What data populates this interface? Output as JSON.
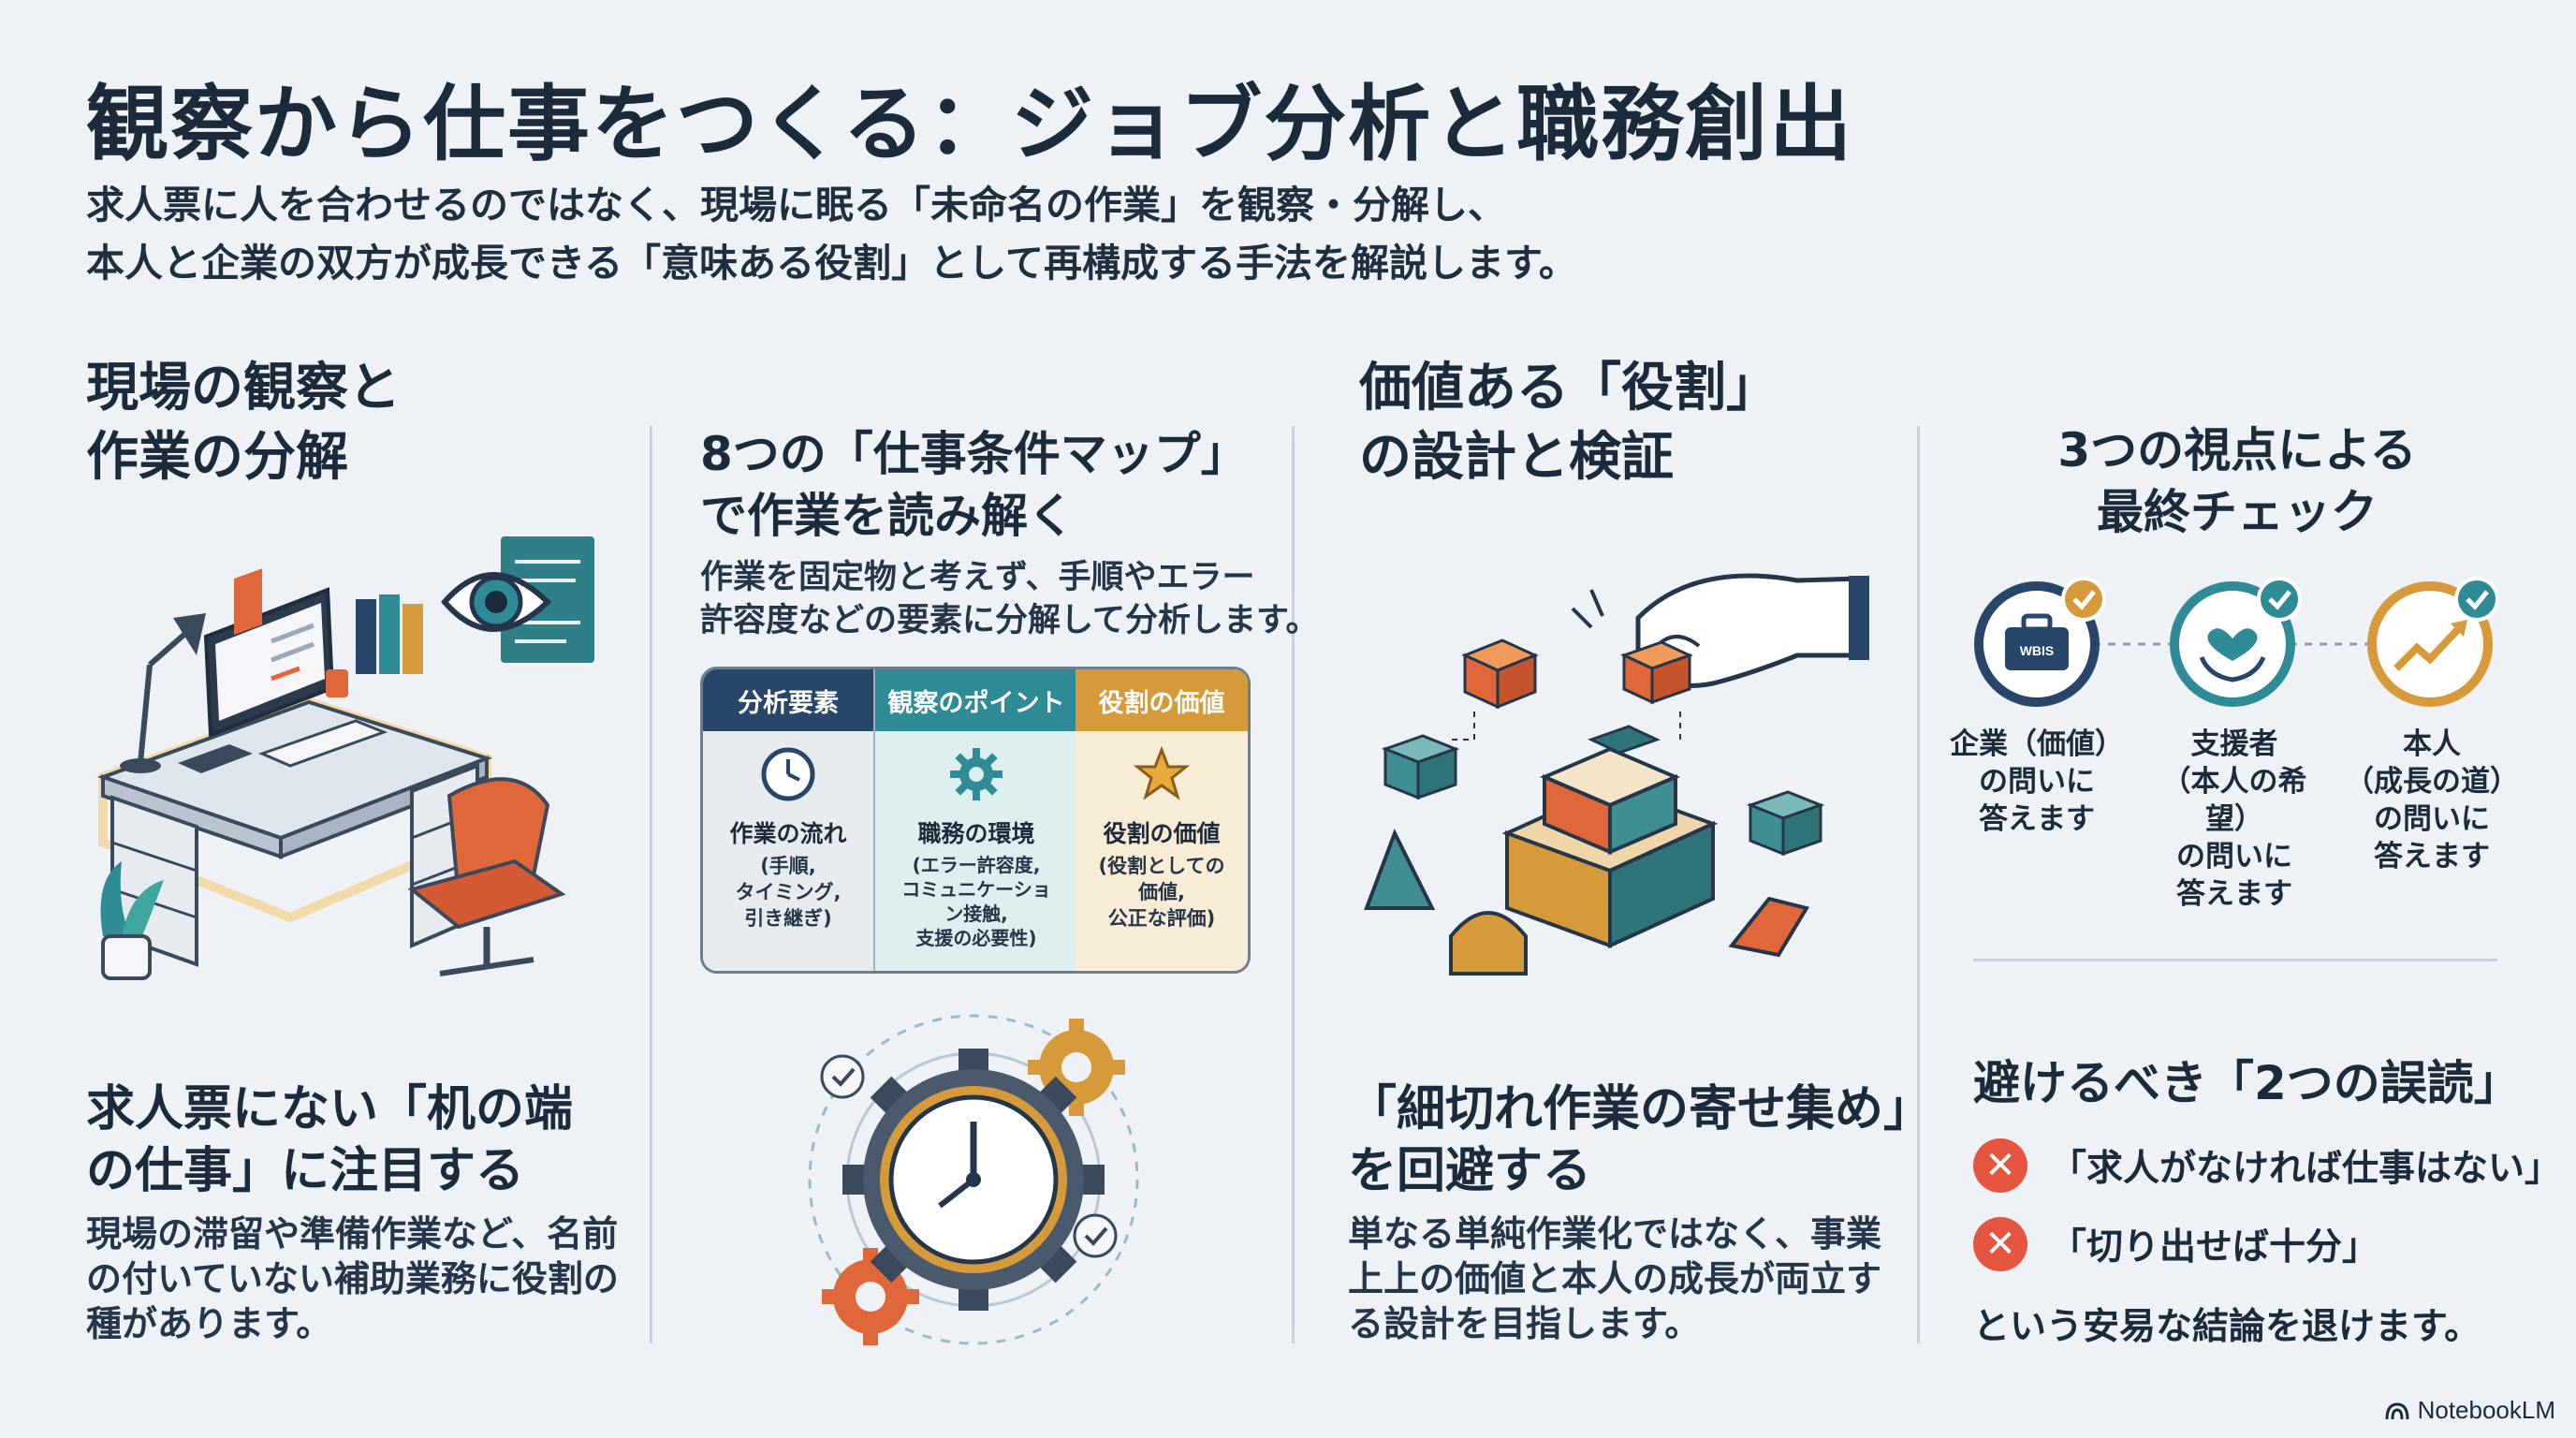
{
  "header": {
    "title": "観察から仕事をつくる：ジョブ分析と職務創出",
    "subtitle_line1": "求人票に人を合わせるのではなく、現場に眠る「未命名の作業」を観察・分解し、",
    "subtitle_line2": "本人と企業の双方が成長できる「意味ある役割」として再構成する手法を解説します。"
  },
  "col1": {
    "heading_line1": "現場の観察と",
    "heading_line2": "作業の分解",
    "sub_heading_line1": "求人票にない「机の端",
    "sub_heading_line2": "の仕事」に注目する",
    "body_line1": "現場の滞留や準備作業など、名前",
    "body_line2": "の付いていない補助業務に役割の",
    "body_line3": "種があります。"
  },
  "col2": {
    "heading_line1": "8つの「仕事条件マップ」",
    "heading_line2": "で作業を読み解く",
    "body_line1": "作業を固定物と考えず、手順やエラー",
    "body_line2": "許容度などの要素に分解して分析します。",
    "table": [
      {
        "header": "分析要素",
        "icon": "clock-icon",
        "main": "作業の流れ",
        "sub": "(手順,\nタイミング,\n引き継ぎ)"
      },
      {
        "header": "観察のポイント",
        "icon": "gear-icon",
        "main": "職務の環境",
        "sub": "(エラー許容度,\nコミュニケーショ\nン接触,\n支援の必要性)"
      },
      {
        "header": "役割の価値",
        "icon": "star-icon",
        "main": "役割の価値",
        "sub": "(役割としての\n価値,\n公正な評価)"
      }
    ],
    "table_colors": {
      "head1": "#27466a",
      "head2": "#2f8c96",
      "head3": "#d69a3a",
      "body1": "#e8ebee",
      "body2": "#dcefee",
      "body3": "#f8ecd6"
    }
  },
  "col3": {
    "heading_line1": "価値ある「役割」",
    "heading_line2": "の設計と検証",
    "sub_heading_line1": "「細切れ作業の寄せ集め」",
    "sub_heading_line2": "を回避する",
    "body_line1": "単なる単純作業化ではなく、事業",
    "body_line2": "上上の価値と本人の成長が両立す",
    "body_line3": "る設計を目指します。"
  },
  "col4": {
    "heading_line1": "3つの視点による",
    "heading_line2": "最終チェック",
    "views": [
      {
        "icon": "briefcase-icon",
        "label": "企業（価値）\nの問いに\n答えます",
        "color": "#27466a"
      },
      {
        "icon": "hands-heart-icon",
        "label": "支援者\n（本人の希望）\nの問いに\n答えます",
        "color": "#2f8c96"
      },
      {
        "icon": "growth-arrow-icon",
        "label": "本人\n（成長の道）\nの問いに\n答えます",
        "color": "#d69a3a"
      }
    ],
    "briefcase_text": "WBIS",
    "misreadings_heading": "避けるべき「2つの誤読」",
    "misreadings": [
      "「求人がなければ仕事はない」",
      "「切り出せば十分」"
    ],
    "conclusion": "という安易な結論を退けます。"
  },
  "footer": {
    "brand": "NotebookLM"
  },
  "colors": {
    "accent_orange": "#e0673a",
    "accent_teal": "#2f8c96",
    "accent_navy": "#27466a",
    "accent_gold": "#d69a3a"
  }
}
